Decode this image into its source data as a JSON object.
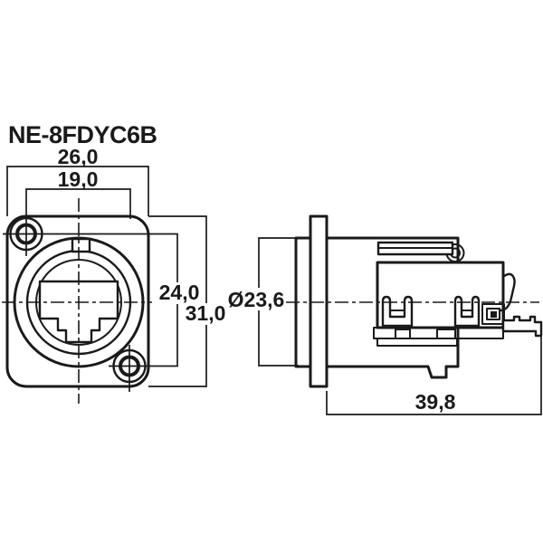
{
  "title": "NE-8FDYC6B",
  "colors": {
    "line": "#1a1a1a",
    "background": "#ffffff"
  },
  "front_view": {
    "name": "front-view",
    "dims": {
      "flange_width": "26,0",
      "hole_spacing_horizontal": "19,0",
      "hole_spacing_vertical": "24,0",
      "flange_height": "31,0"
    }
  },
  "side_view": {
    "name": "side-view",
    "dims": {
      "barrel_diameter": "Ø23,6",
      "mounting_depth": "39,8"
    }
  }
}
